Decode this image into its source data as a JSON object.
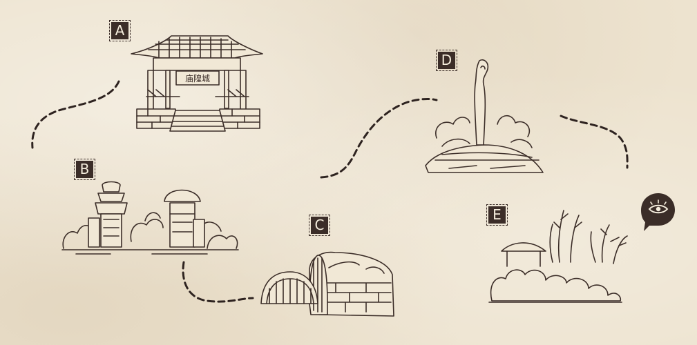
{
  "markers": [
    {
      "id": "a",
      "label": "A"
    },
    {
      "id": "b",
      "label": "B"
    },
    {
      "id": "c",
      "label": "C"
    },
    {
      "id": "d",
      "label": "D"
    },
    {
      "id": "e",
      "label": "E"
    }
  ],
  "temple_plaque": "庙隍城",
  "view_button_icon": "eye-icon",
  "colors": {
    "ink": "#3b2d28",
    "paper": "#ede3cf",
    "marker_bg": "#3b2d28",
    "marker_text": "#f4ecdc"
  }
}
